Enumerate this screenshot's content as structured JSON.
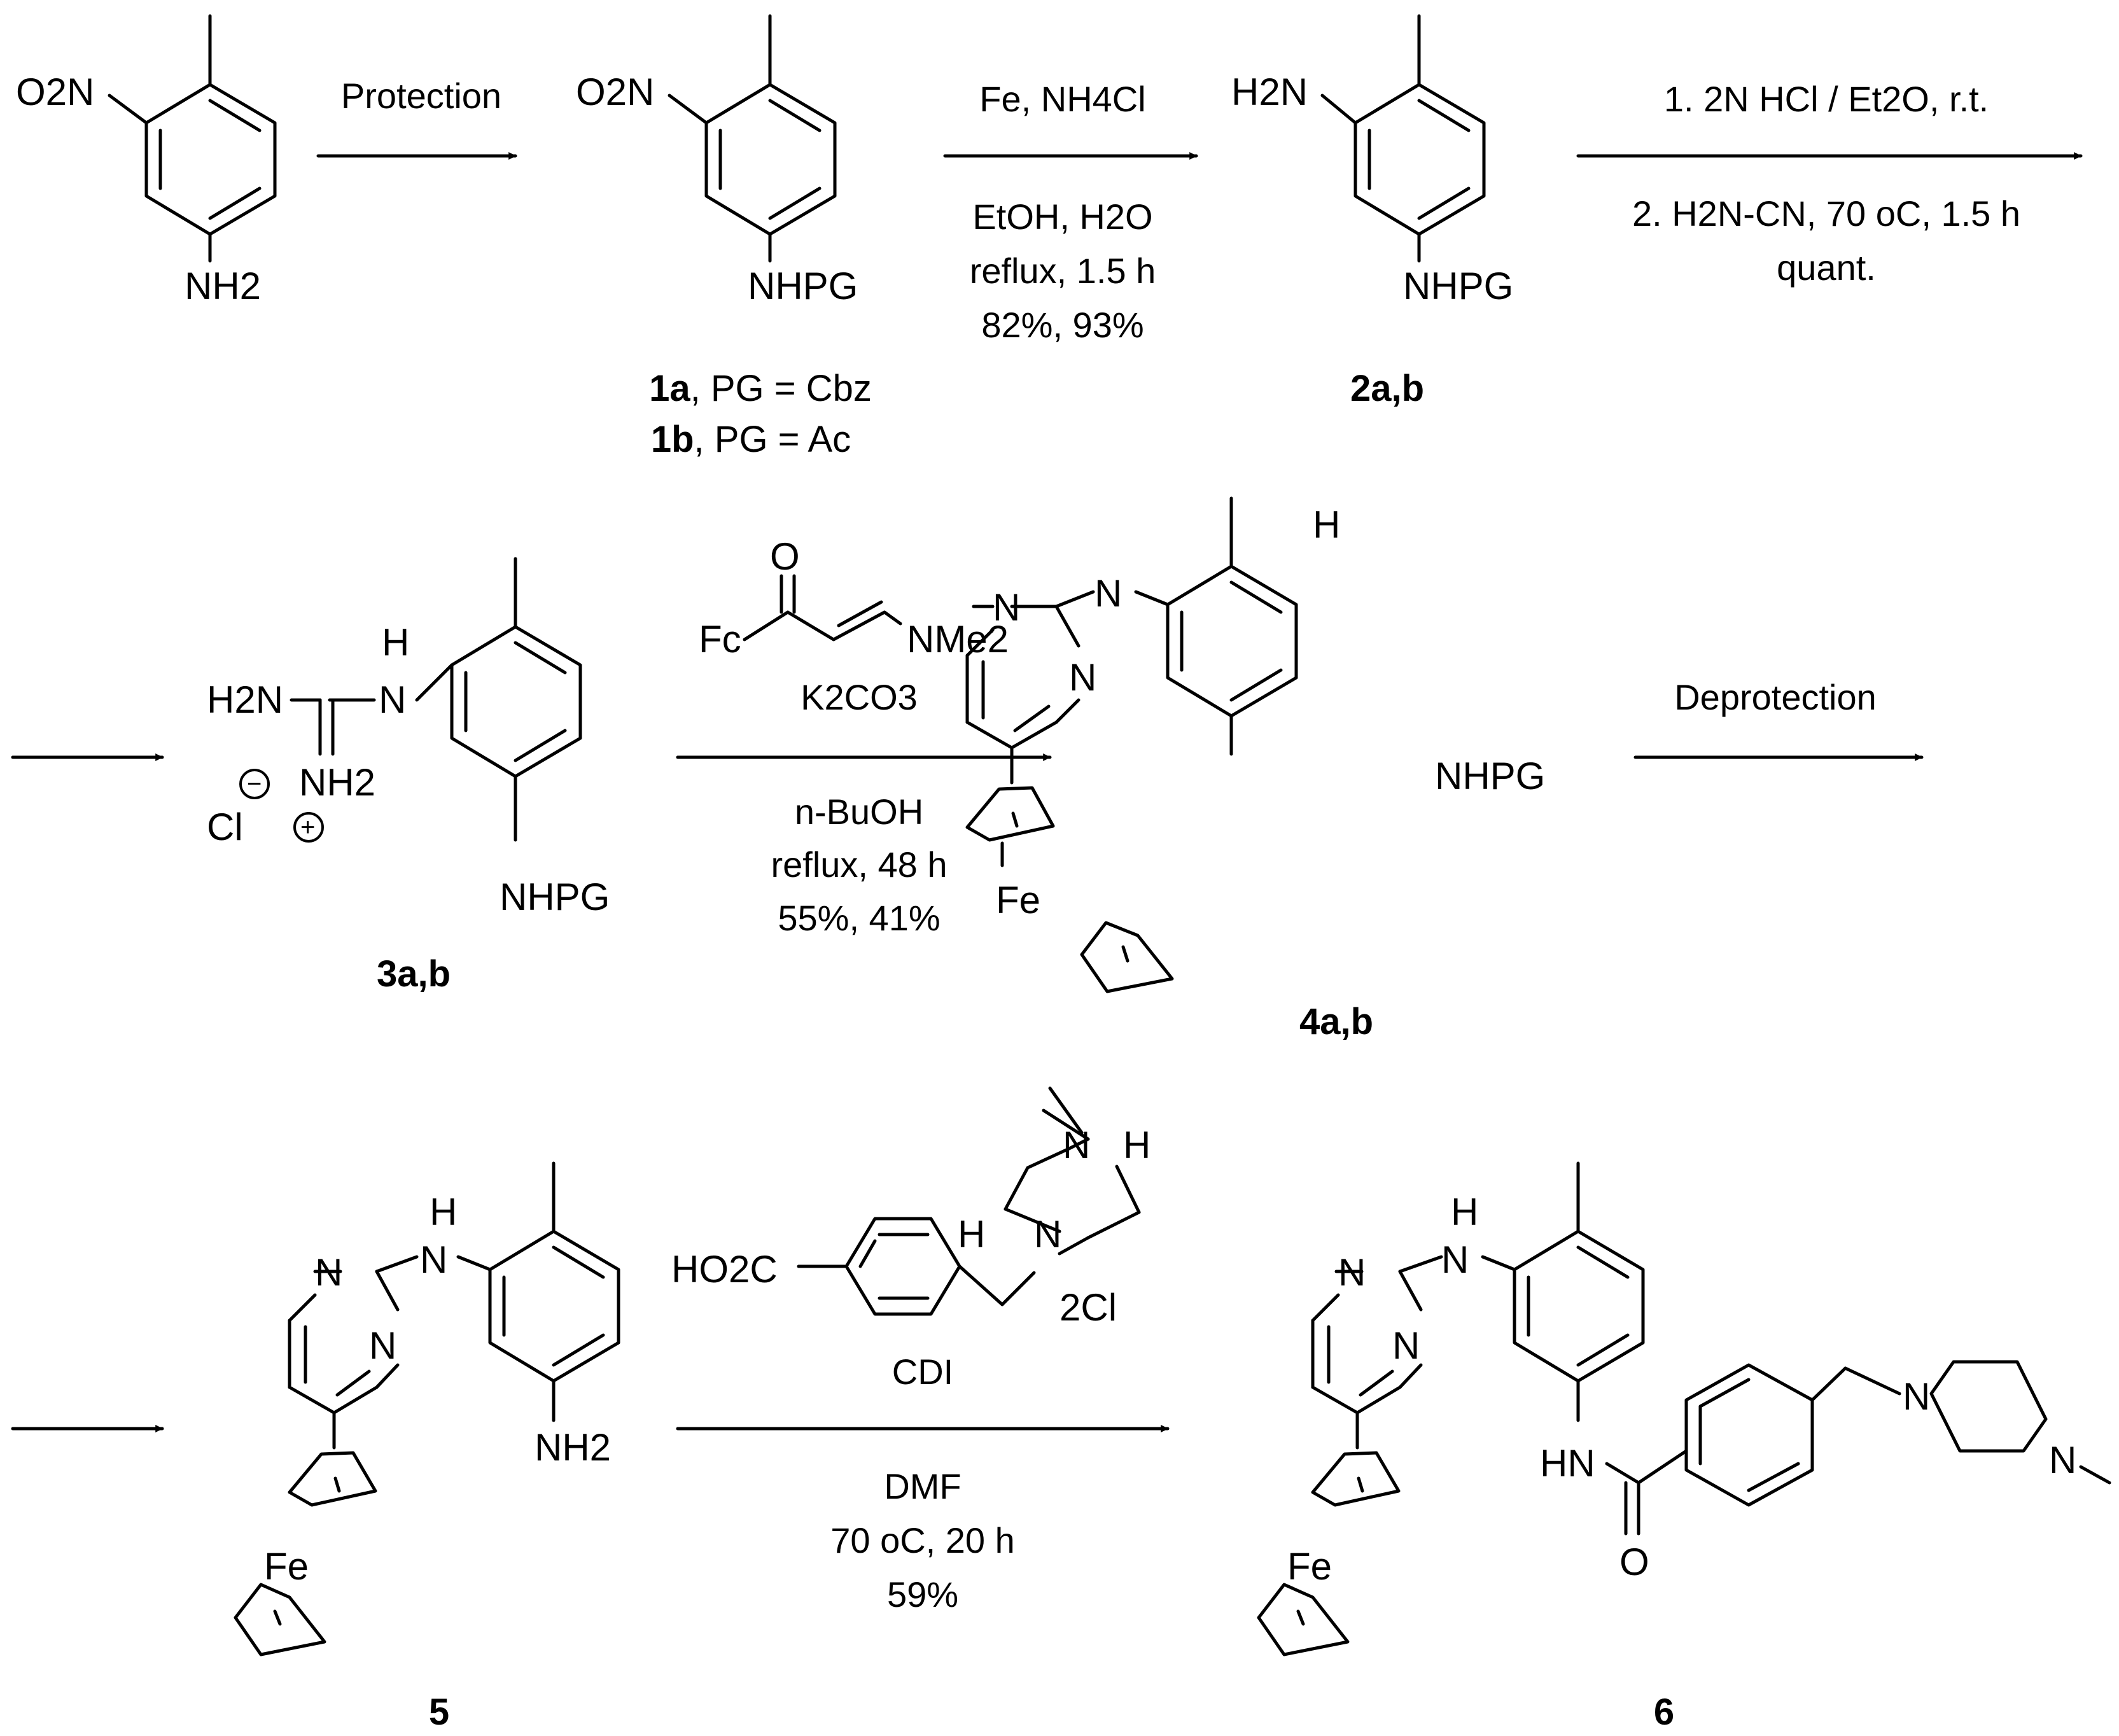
{
  "scheme": {
    "compounds": {
      "start": {
        "o2n": "O2N",
        "nh2": "NH2"
      },
      "c1": {
        "o2n": "O2N",
        "nhpg": "NHPG",
        "label_a_num": "1a",
        "label_a_text": ", PG = Cbz",
        "label_b_num": "1b",
        "label_b_text": ", PG = Ac"
      },
      "c2": {
        "h2n": "H2N",
        "nhpg": "NHPG",
        "label": "2a,b"
      },
      "c3": {
        "h2n": "H2N",
        "h": "H",
        "n": "N",
        "nh2": "NH2",
        "cl": "Cl",
        "nhpg": "NHPG",
        "label": "3a,b"
      },
      "c4": {
        "n1": "N",
        "n2": "N",
        "h": "H",
        "n": "N",
        "fe": "Fe",
        "nhpg": "NHPG",
        "label": "4a,b"
      },
      "c5": {
        "n1": "N",
        "n2": "N",
        "h": "H",
        "n": "N",
        "fe": "Fe",
        "nh2": "NH2",
        "label": "5"
      },
      "c6": {
        "n1": "N",
        "n2": "N",
        "h": "H",
        "n": "N",
        "fe": "Fe",
        "hn": "HN",
        "o": "O",
        "pipN1": "N",
        "pipN2": "N",
        "label": "6"
      }
    },
    "reagents": {
      "enaminone": {
        "o": "O",
        "fc": "Fc",
        "nme2": "NMe2"
      },
      "acid": {
        "ho2c": "HO2C",
        "h_n": "H",
        "n1": "N",
        "n2": "N",
        "h2": "H",
        "counter": "2Cl"
      }
    },
    "steps": [
      {
        "above": [
          "Protection"
        ],
        "below": []
      },
      {
        "above": [
          "Fe, NH4Cl"
        ],
        "below": [
          "EtOH, H2O",
          "reflux, 1.5 h",
          "82%, 93%"
        ]
      },
      {
        "above": [
          "1. 2N HCl / Et2O, r.t."
        ],
        "below": [
          "2. H2N-CN, 70 oC, 1.5 h",
          "quant."
        ]
      },
      {
        "above": [
          "K2CO3"
        ],
        "below": [
          "n-BuOH",
          "reflux, 48 h",
          "55%, 41%"
        ]
      },
      {
        "above": [
          "Deprotection"
        ],
        "below": []
      },
      {
        "above": [
          "CDI"
        ],
        "below": [
          "DMF",
          "70 oC, 20 h",
          "59%"
        ]
      }
    ]
  }
}
